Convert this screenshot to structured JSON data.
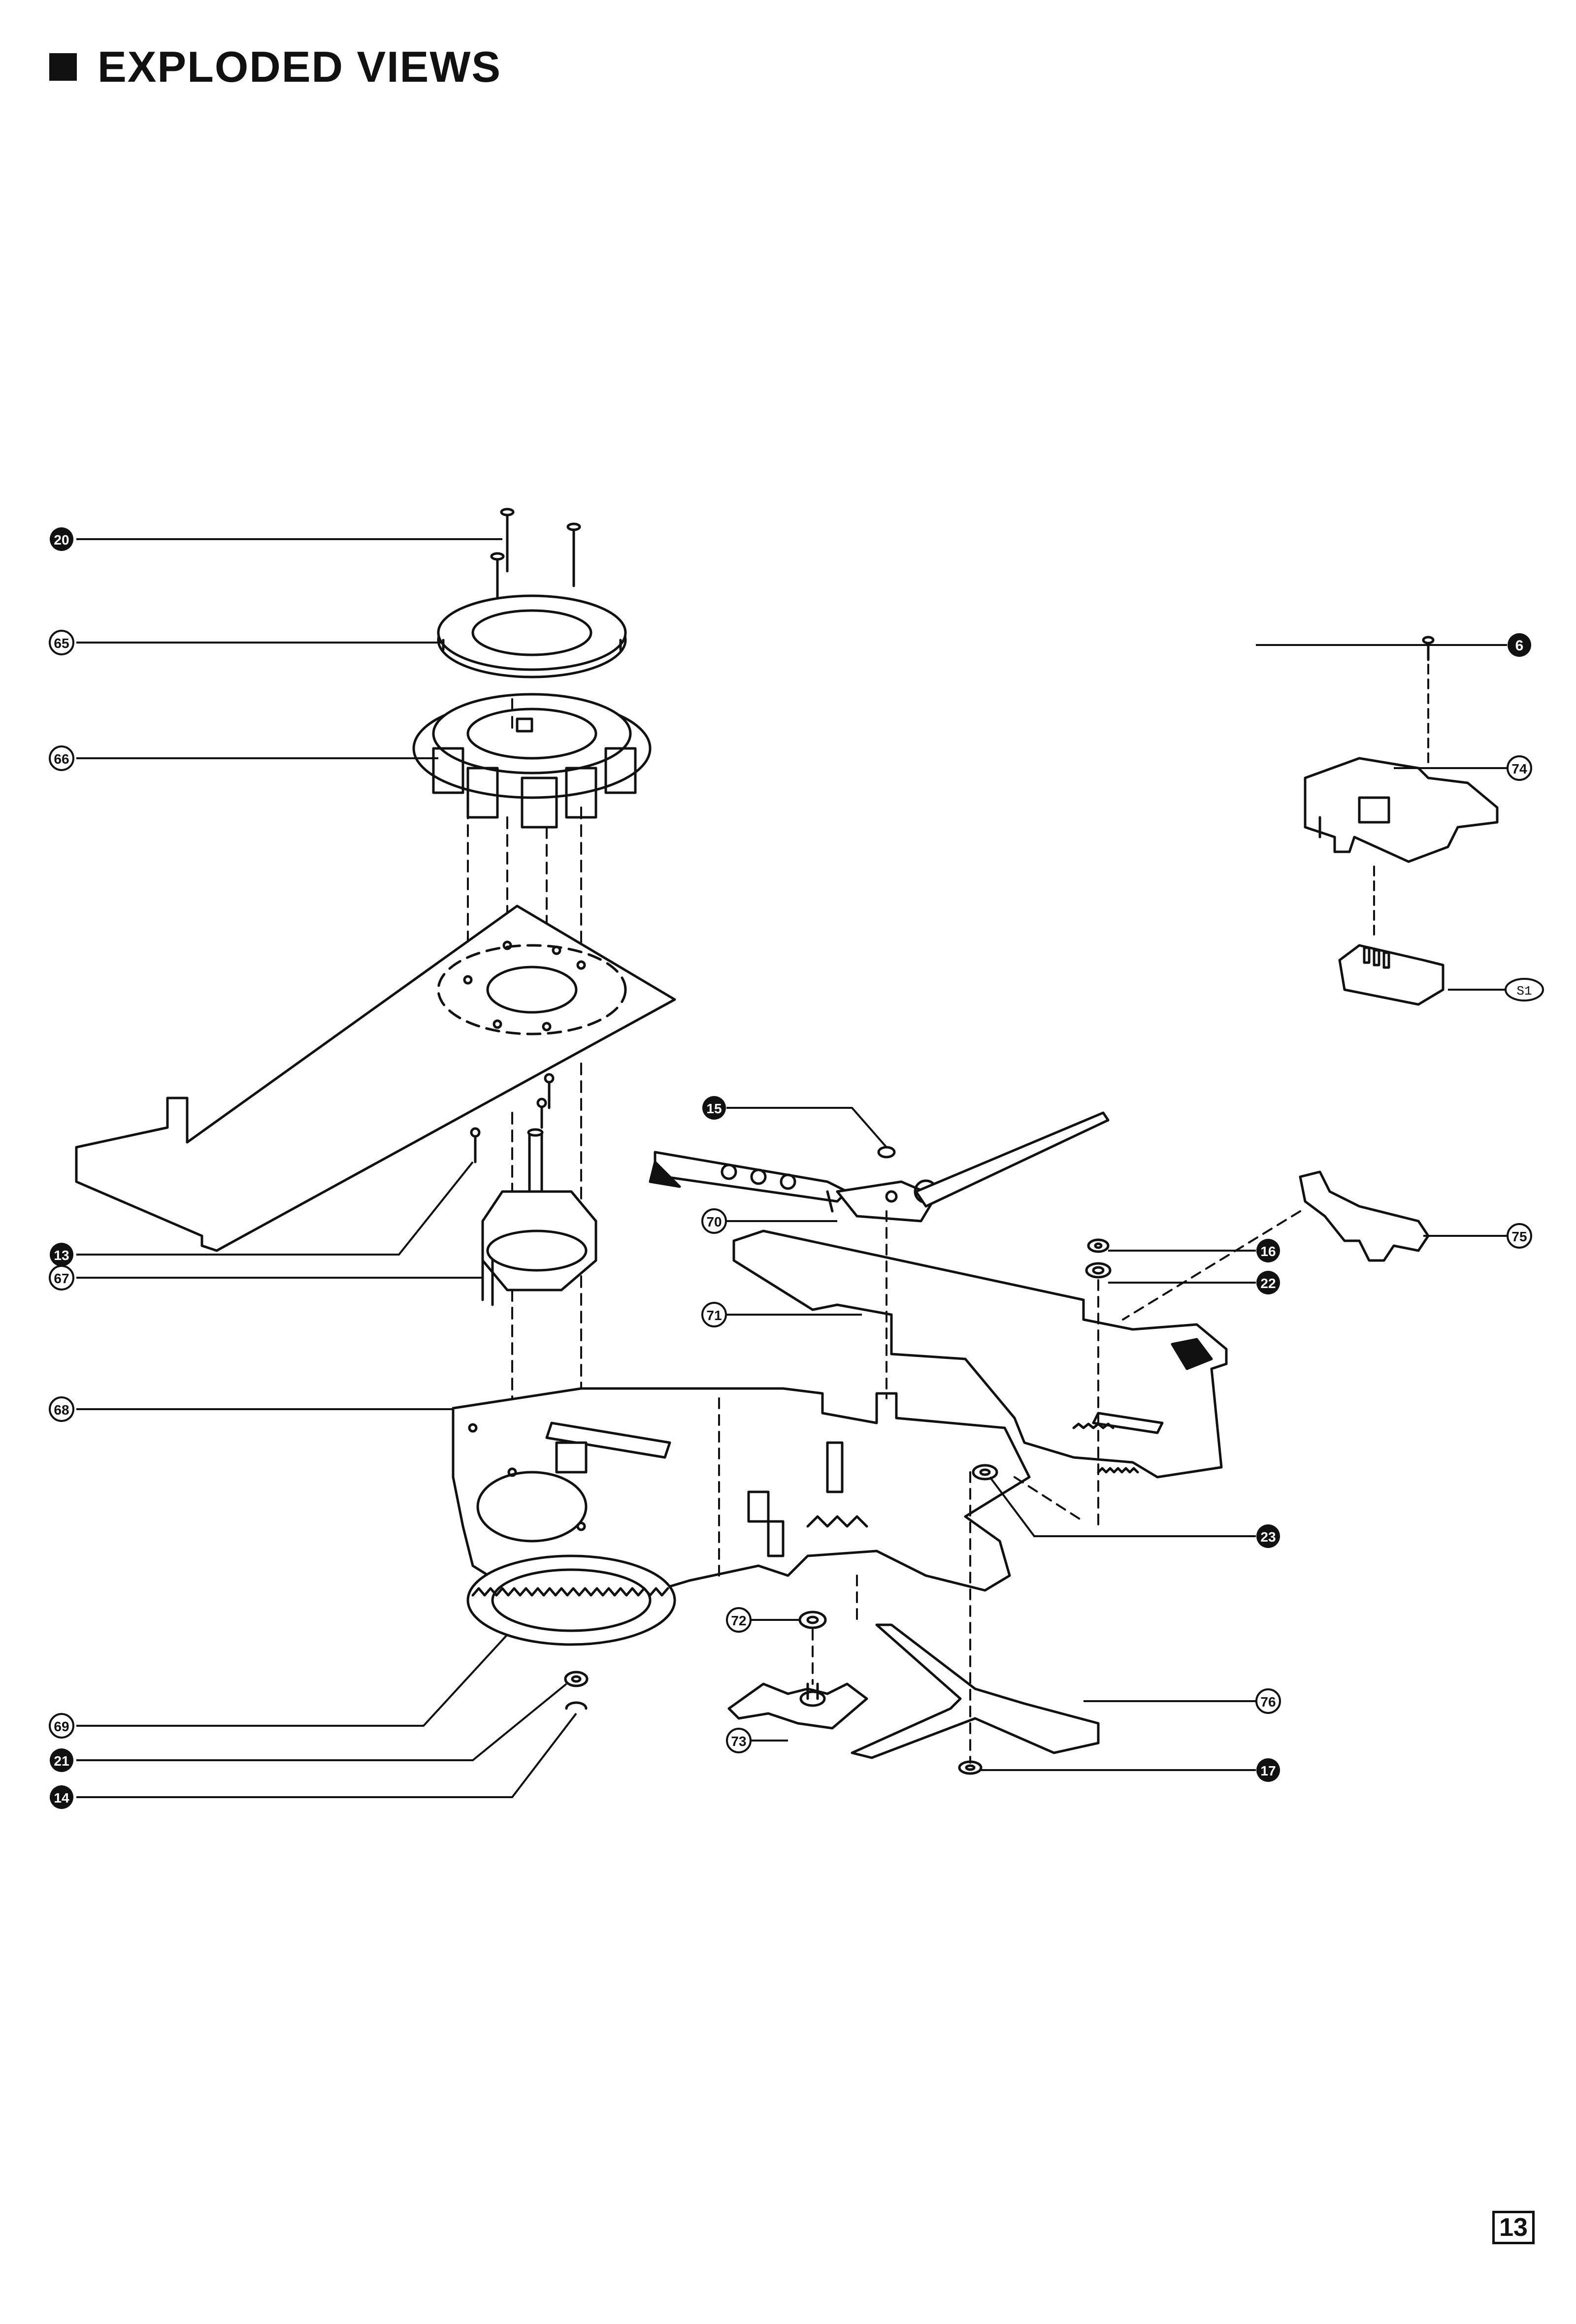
{
  "header": {
    "title": "EXPLODED VIEWS"
  },
  "page_number": "13",
  "callouts": {
    "c20": "20",
    "c65": "65",
    "c66": "66",
    "c13": "13",
    "c67": "67",
    "c68": "68",
    "c69": "69",
    "c21": "21",
    "c14": "14",
    "c15": "15",
    "c70": "70",
    "c71": "71",
    "c72": "72",
    "c73": "73",
    "c6": "6",
    "c74": "74",
    "s1": "S1",
    "c75": "75",
    "c16": "16",
    "c22": "22",
    "c23": "23",
    "c76": "76",
    "c17": "17"
  }
}
